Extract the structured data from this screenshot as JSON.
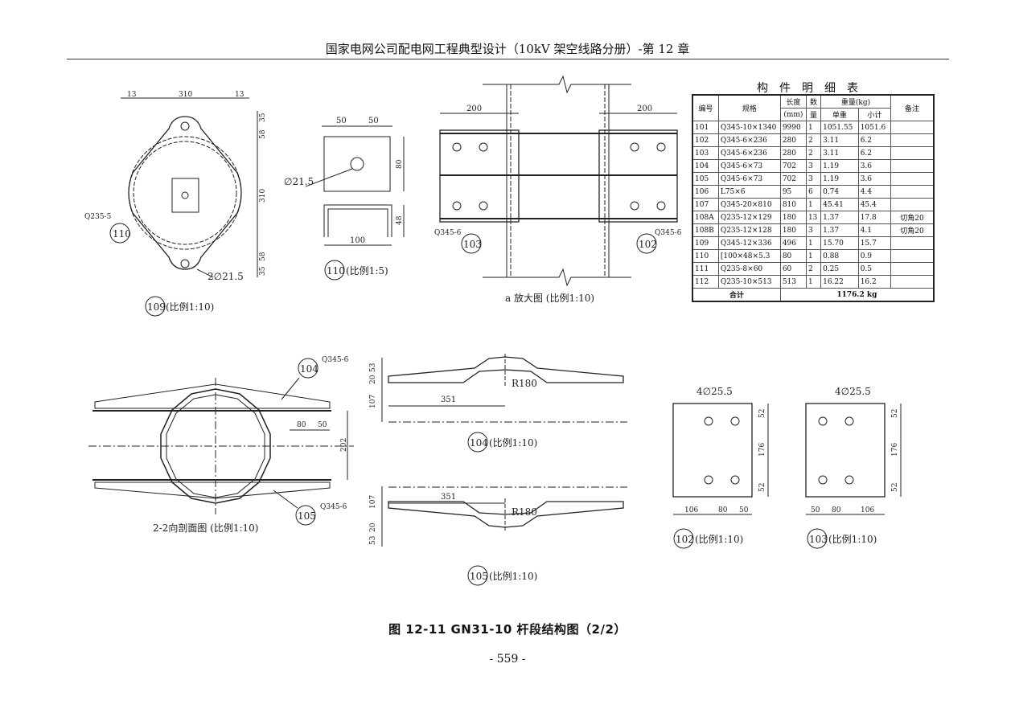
{
  "header": {
    "title": "国家电网公司配电网工程典型设计（10kV 架空线路分册）-第 12 章"
  },
  "caption": "图 12-11  GN31-10 杆段结构图（2/2）",
  "page_number": "- 559 -",
  "table": {
    "title": "构件明细表",
    "headers": {
      "no": "编号",
      "spec": "规格",
      "length": "长度",
      "length_unit": "(mm)",
      "qty": "数",
      "qty2": "量",
      "weight": "重量(kg)",
      "unit_w": "单重",
      "subtotal": "小计",
      "note": "备注"
    },
    "rows": [
      [
        "101",
        "Q345-10×1340",
        "9990",
        "1",
        "1051.55",
        "1051.6",
        ""
      ],
      [
        "102",
        "Q345-6×236",
        "280",
        "2",
        "3.11",
        "6.2",
        ""
      ],
      [
        "103",
        "Q345-6×236",
        "280",
        "2",
        "3.11",
        "6.2",
        ""
      ],
      [
        "104",
        "Q345-6×73",
        "702",
        "3",
        "1.19",
        "3.6",
        ""
      ],
      [
        "105",
        "Q345-6×73",
        "702",
        "3",
        "1.19",
        "3.6",
        ""
      ],
      [
        "106",
        "L75×6",
        "95",
        "6",
        "0.74",
        "4.4",
        ""
      ],
      [
        "107",
        "Q345-20×810",
        "810",
        "1",
        "45.41",
        "45.4",
        ""
      ],
      [
        "108A",
        "Q235-12×129",
        "180",
        "13",
        "1.37",
        "17.8",
        "切角20"
      ],
      [
        "108B",
        "Q235-12×128",
        "180",
        "3",
        "1.37",
        "4.1",
        "切角20"
      ],
      [
        "109",
        "Q345-12×336",
        "496",
        "1",
        "15.70",
        "15.7",
        ""
      ],
      [
        "110",
        "[100×48×5.3",
        "80",
        "1",
        "0.88",
        "0.9",
        ""
      ],
      [
        "111",
        "Q235-8×60",
        "60",
        "2",
        "0.25",
        "0.5",
        ""
      ],
      [
        "112",
        "Q235-10×513",
        "513",
        "1",
        "16.22",
        "16.2",
        ""
      ]
    ],
    "total_label": "合计",
    "total_value": "1176.2 kg"
  },
  "d109": {
    "dim_13a": "13",
    "dim_310": "310",
    "dim_13b": "13",
    "dim_35a": "35",
    "dim_58a": "58",
    "dim_310v": "310",
    "dim_58b": "58",
    "dim_35b": "35",
    "material": "Q235-5",
    "ref": "110",
    "holes": "2∅21.5",
    "num": "109",
    "scale": "(比例1:10)"
  },
  "d110": {
    "dim_50a": "50",
    "dim_50b": "50",
    "dim_80": "80",
    "hole": "∅21.5",
    "dim_48": "48",
    "dim_100": "100",
    "num": "110",
    "scale": "(比例1:5)"
  },
  "da": {
    "dim_200a": "200",
    "dim_200b": "200",
    "mat_l": "Q345-6",
    "num_l": "103",
    "num_r": "102",
    "mat_r": "Q345-6",
    "caption": "a 放大图 (比例1:10)"
  },
  "d22": {
    "ref_top": "104",
    "mat_top": "Q345-6",
    "dim_80": "80",
    "dim_50": "50",
    "dim_202": "202",
    "ref_bot": "105",
    "mat_bot": "Q345-6",
    "caption": "2-2向剖面图 (比例1:10)"
  },
  "d104": {
    "dim_53": "53",
    "dim_20": "20",
    "dim_107": "107",
    "dim_351": "351",
    "radius": "R180",
    "num": "104",
    "scale": "(比例1:10)"
  },
  "d105": {
    "dim_351": "351",
    "radius": "R180",
    "dim_107": "107",
    "dim_20": "20",
    "dim_53": "53",
    "num": "105",
    "scale": "(比例1:10)"
  },
  "d102": {
    "holes": "4∅25.5",
    "dim_52a": "52",
    "dim_176": "176",
    "dim_52b": "52",
    "dim_106": "106",
    "dim_80": "80",
    "dim_50": "50",
    "num": "102",
    "scale": "(比例1:10)"
  },
  "d103": {
    "holes": "4∅25.5",
    "dim_52a": "52",
    "dim_176": "176",
    "dim_52b": "52",
    "dim_50": "50",
    "dim_80": "80",
    "dim_106": "106",
    "num": "103",
    "scale": "(比例1:10)"
  }
}
